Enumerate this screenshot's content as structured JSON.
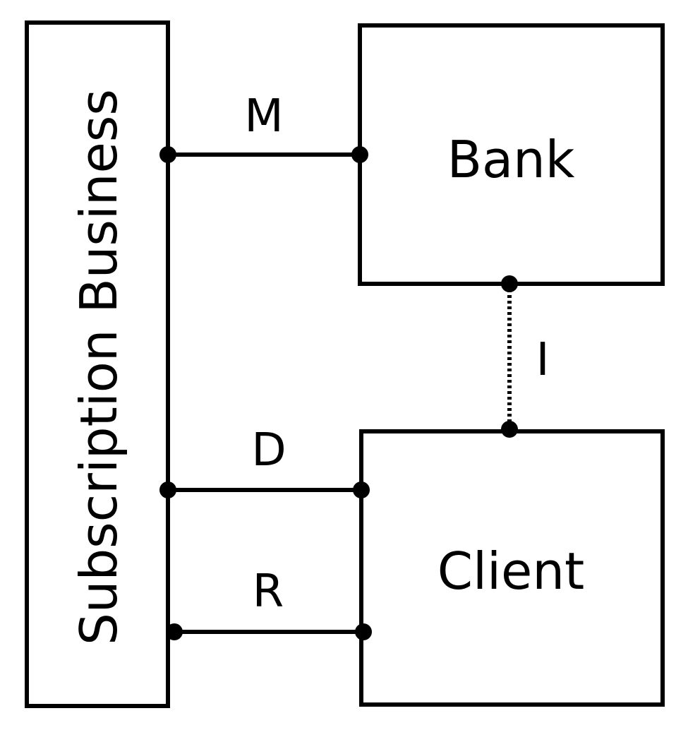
{
  "nodes": {
    "subscription_business": {
      "label": "Subscription Business"
    },
    "bank": {
      "label": "Bank"
    },
    "client": {
      "label": "Client"
    }
  },
  "links": {
    "m": {
      "label": "M",
      "from": "Subscription Business",
      "to": "Bank",
      "style": "solid"
    },
    "i": {
      "label": "I",
      "from": "Bank",
      "to": "Client",
      "style": "dotted"
    },
    "d": {
      "label": "D",
      "from": "Subscription Business",
      "to": "Client",
      "style": "solid"
    },
    "r": {
      "label": "R",
      "from": "Subscription Business",
      "to": "Client",
      "style": "solid"
    }
  },
  "colors": {
    "stroke": "#000000",
    "background": "#ffffff"
  }
}
